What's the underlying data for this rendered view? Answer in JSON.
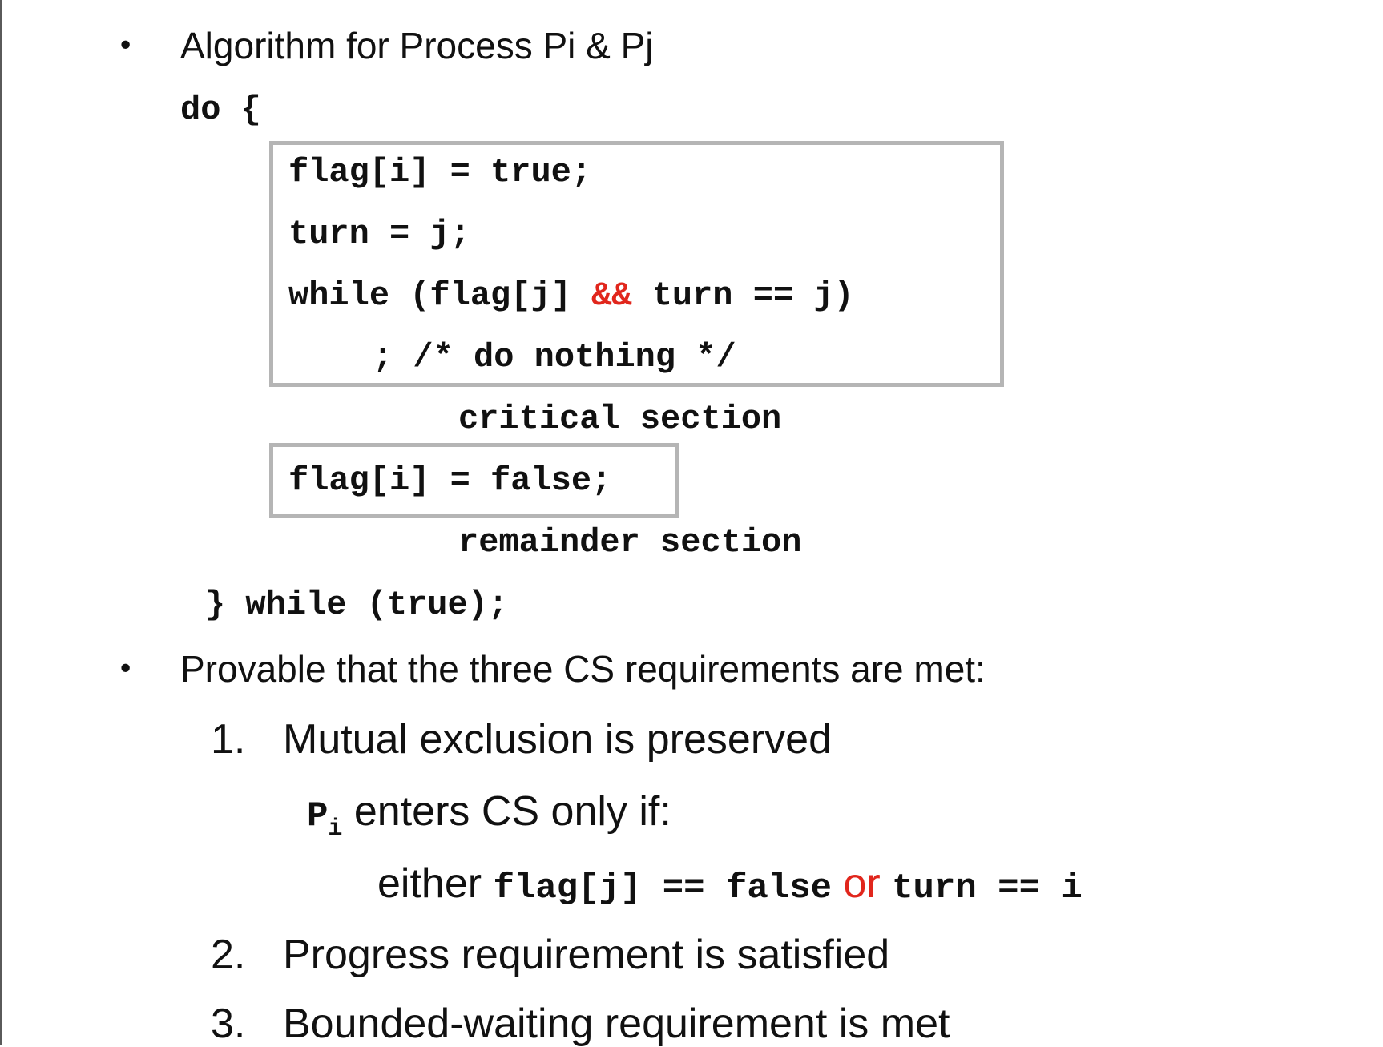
{
  "bullets": {
    "first": "Algorithm for Process Pi & Pj",
    "second": "Provable that the three CS requirements are met:"
  },
  "code": {
    "do_open": "do {",
    "entry_box": {
      "line1": "flag[i] = true;",
      "line2": "turn = j;",
      "line3_pre": "while (flag[j] ",
      "line3_op": "&&",
      "line3_post": " turn == j)",
      "line4": "; /* do nothing */"
    },
    "critical_section": "critical section",
    "exit_box": {
      "line1": "flag[i] = false;"
    },
    "remainder_section": "remainder section",
    "do_close": "} while (true);"
  },
  "requirements": [
    {
      "number": "1.",
      "text": "Mutual exclusion is preserved"
    },
    {
      "number": "2.",
      "text": "Progress requirement is satisfied"
    },
    {
      "number": "3.",
      "text": "Bounded-waiting requirement is met"
    }
  ],
  "mutual_exclusion_detail": {
    "process_name": "P",
    "process_subscript": "i",
    "enters_text": " enters CS only if:",
    "either_text": "either ",
    "cond1": "flag[j] == false",
    "or_text": " or ",
    "cond2": "turn == i"
  },
  "colors": {
    "highlight": "#e1261c",
    "box_border": "#b5b5b5",
    "text": "#111111"
  },
  "bullet_glyph": "•"
}
